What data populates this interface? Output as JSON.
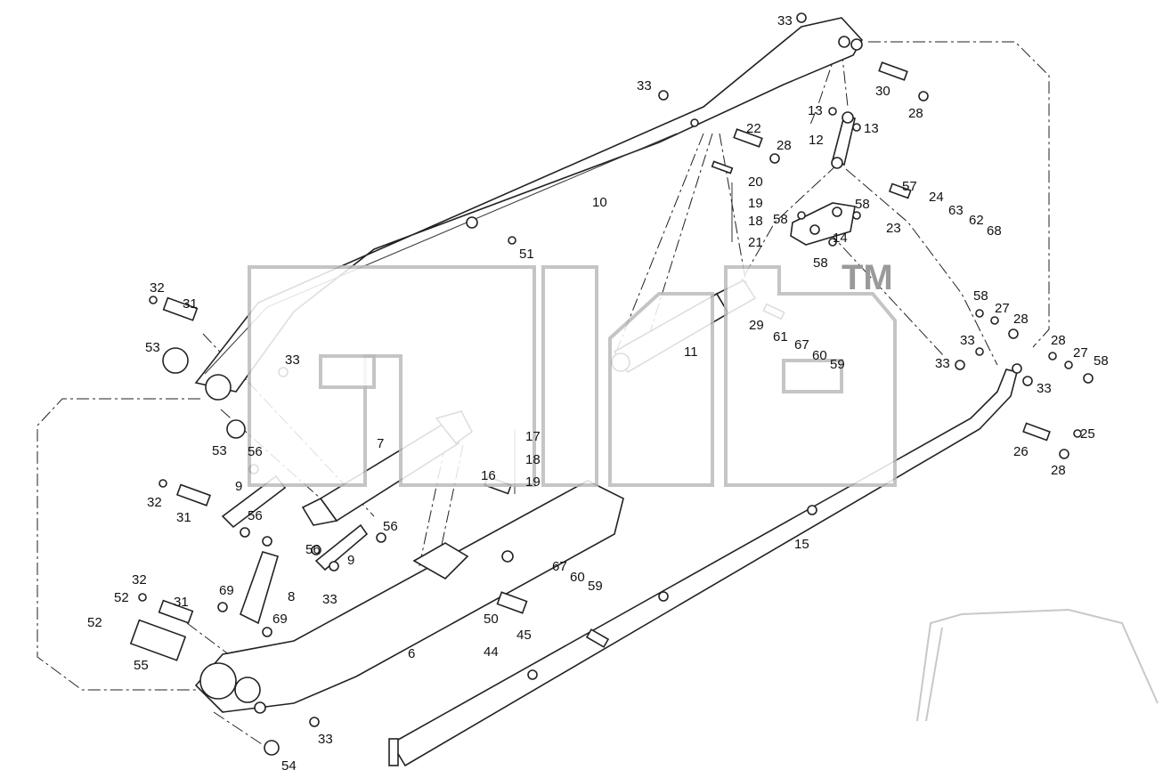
{
  "watermark": {
    "trademark": "TM"
  },
  "callouts": [
    {
      "text": "33"
    },
    {
      "text": "33"
    },
    {
      "text": "30"
    },
    {
      "text": "28"
    },
    {
      "text": "13"
    },
    {
      "text": "13"
    },
    {
      "text": "12"
    },
    {
      "text": "22"
    },
    {
      "text": "28"
    },
    {
      "text": "20"
    },
    {
      "text": "19"
    },
    {
      "text": "18"
    },
    {
      "text": "21"
    },
    {
      "text": "10"
    },
    {
      "text": "57"
    },
    {
      "text": "24"
    },
    {
      "text": "63"
    },
    {
      "text": "62"
    },
    {
      "text": "68"
    },
    {
      "text": "23"
    },
    {
      "text": "58"
    },
    {
      "text": "58"
    },
    {
      "text": "14"
    },
    {
      "text": "58"
    },
    {
      "text": "51"
    },
    {
      "text": "32"
    },
    {
      "text": "31"
    },
    {
      "text": "53"
    },
    {
      "text": "33"
    },
    {
      "text": "29"
    },
    {
      "text": "61"
    },
    {
      "text": "67"
    },
    {
      "text": "60"
    },
    {
      "text": "59"
    },
    {
      "text": "11"
    },
    {
      "text": "58"
    },
    {
      "text": "27"
    },
    {
      "text": "28"
    },
    {
      "text": "33"
    },
    {
      "text": "33"
    },
    {
      "text": "33"
    },
    {
      "text": "28"
    },
    {
      "text": "27"
    },
    {
      "text": "58"
    },
    {
      "text": "25"
    },
    {
      "text": "26"
    },
    {
      "text": "28"
    },
    {
      "text": "7"
    },
    {
      "text": "17"
    },
    {
      "text": "18"
    },
    {
      "text": "19"
    },
    {
      "text": "16"
    },
    {
      "text": "53"
    },
    {
      "text": "56"
    },
    {
      "text": "9"
    },
    {
      "text": "32"
    },
    {
      "text": "31"
    },
    {
      "text": "56"
    },
    {
      "text": "56"
    },
    {
      "text": "56"
    },
    {
      "text": "9"
    },
    {
      "text": "33"
    },
    {
      "text": "8"
    },
    {
      "text": "69"
    },
    {
      "text": "69"
    },
    {
      "text": "15"
    },
    {
      "text": "67"
    },
    {
      "text": "60"
    },
    {
      "text": "59"
    },
    {
      "text": "50"
    },
    {
      "text": "44"
    },
    {
      "text": "45"
    },
    {
      "text": "32"
    },
    {
      "text": "52"
    },
    {
      "text": "31"
    },
    {
      "text": "52"
    },
    {
      "text": "55"
    },
    {
      "text": "6"
    },
    {
      "text": "33"
    },
    {
      "text": "54"
    }
  ]
}
